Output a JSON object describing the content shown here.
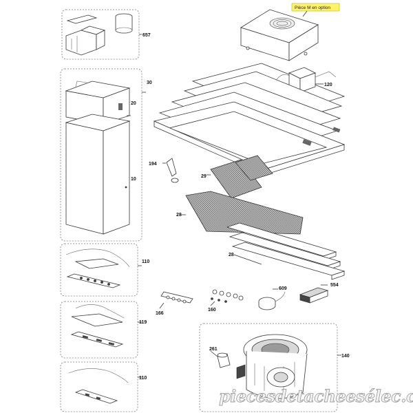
{
  "callout": {
    "text": "Pièce M en option",
    "color": "#fff36b"
  },
  "labels": {
    "l657": "657",
    "l30": "30",
    "l20": "20",
    "l10": "10",
    "l120": "120",
    "l194": "194",
    "l29": "29",
    "l28a": "28",
    "l28b": "28",
    "l110a": "110",
    "l119": "119",
    "l110b": "110",
    "l166": "166",
    "l160": "160",
    "l609": "609",
    "l554": "554",
    "l261": "261",
    "l140": "140"
  },
  "watermark": "piecesdetacheesélec.com",
  "icons": [
    "chimney-upper-icon",
    "chimney-lower-icon",
    "motor-fan-icon",
    "grease-filter-icon",
    "led-strip-icon"
  ]
}
